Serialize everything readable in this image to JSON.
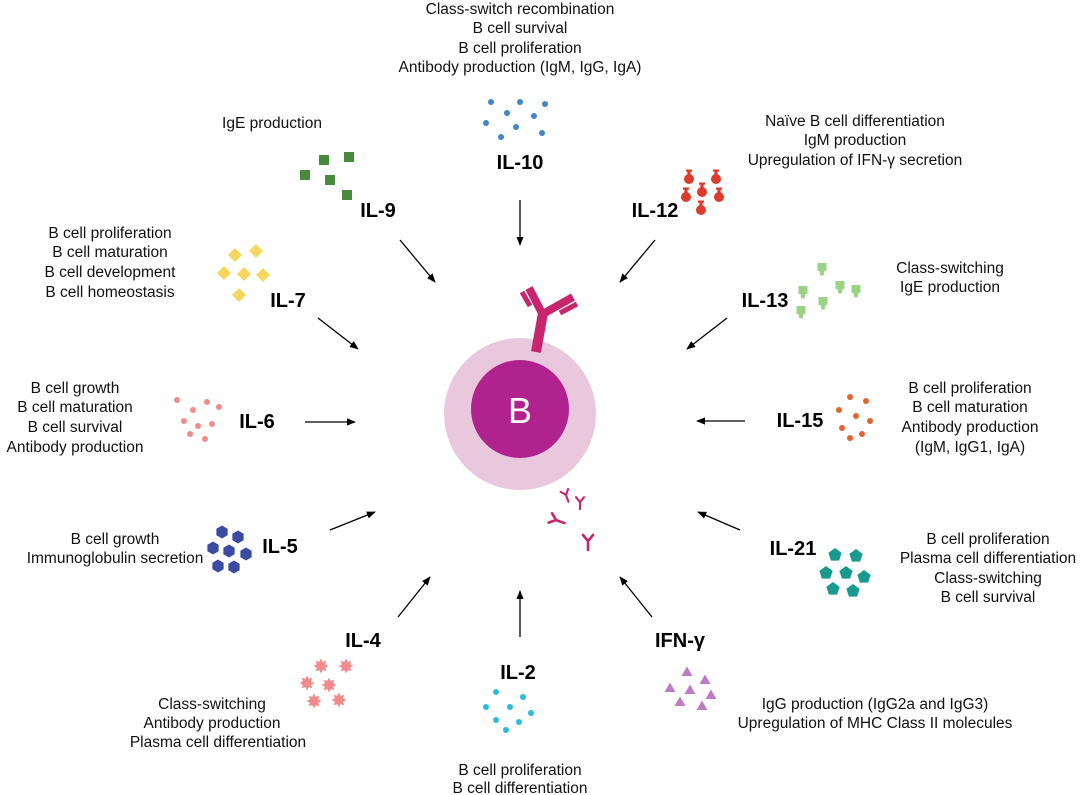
{
  "cell": {
    "label": "B",
    "outer_color": "#e9c7dd",
    "inner_color": "#b0238f",
    "label_color": "#ffffff",
    "antibody_color": "#c8256f"
  },
  "cytokines": [
    {
      "label": "IL-10",
      "icon": "dot",
      "color": "#3d87cc",
      "effects": [
        "Class-switch recombination",
        "B cell survival",
        "B cell proliferation",
        "Antibody production (IgM, IgG, IgA)"
      ]
    },
    {
      "label": "IL-9",
      "icon": "square",
      "color": "#4a8a3c",
      "effects": [
        "IgE production"
      ]
    },
    {
      "label": "IL-12",
      "icon": "bulb",
      "color": "#dd3b2c",
      "effects": [
        "Naïve B cell differentiation",
        "IgM production",
        "Upregulation of IFN-γ secretion"
      ]
    },
    {
      "label": "IL-7",
      "icon": "diamond",
      "color": "#f7d660",
      "effects": [
        "B cell proliferation",
        "B cell maturation",
        "B cell development",
        "B cell homeostasis"
      ]
    },
    {
      "label": "IL-13",
      "icon": "lamp",
      "color": "#9ad483",
      "effects": [
        "Class-switching",
        "IgE production"
      ]
    },
    {
      "label": "IL-6",
      "icon": "dot",
      "color": "#f28b8b",
      "effects": [
        "B cell growth",
        "B cell maturation",
        "B cell survival",
        "Antibody production"
      ]
    },
    {
      "label": "IL-15",
      "icon": "dot",
      "color": "#e4642c",
      "effects": [
        "B cell proliferation",
        "B cell maturation",
        "Antibody production",
        "(IgM, IgG1, IgA)"
      ]
    },
    {
      "label": "IL-5",
      "icon": "hexagon",
      "color": "#3b4aa3",
      "effects": [
        "B cell growth",
        "Immunoglobulin secretion"
      ]
    },
    {
      "label": "IL-21",
      "icon": "pentagon",
      "color": "#1a9a8e",
      "effects": [
        "B cell proliferation",
        "Plasma cell differentiation",
        "Class-switching",
        "B cell survival"
      ]
    },
    {
      "label": "IL-4",
      "icon": "star",
      "color": "#f28b8b",
      "effects": [
        "Class-switching",
        "Antibody production",
        "Plasma cell differentiation"
      ]
    },
    {
      "label": "IL-2",
      "icon": "dot",
      "color": "#2bbbe0",
      "effects": [
        "B cell proliferation",
        "B cell differentiation"
      ]
    },
    {
      "label": "IFN-γ",
      "icon": "triangle",
      "color": "#bb7cc4",
      "effects": [
        "IgG production (IgG2a and IgG3)",
        "Upregulation of MHC Class II molecules"
      ]
    }
  ]
}
